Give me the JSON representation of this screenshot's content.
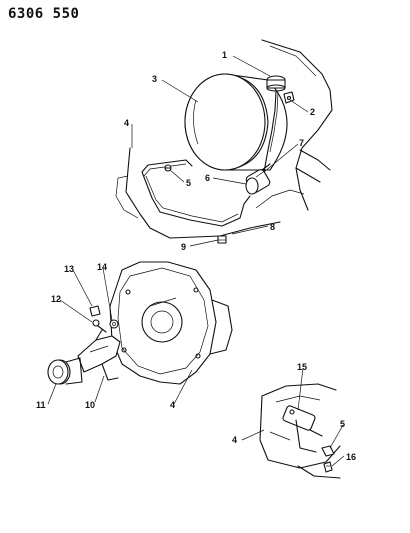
{
  "diagram": {
    "code": "6306 550",
    "callouts": [
      "1",
      "2",
      "3",
      "4",
      "5",
      "6",
      "7",
      "8",
      "9",
      "13",
      "14",
      "12",
      "11",
      "10",
      "4",
      "15",
      "4",
      "5",
      "16"
    ]
  }
}
